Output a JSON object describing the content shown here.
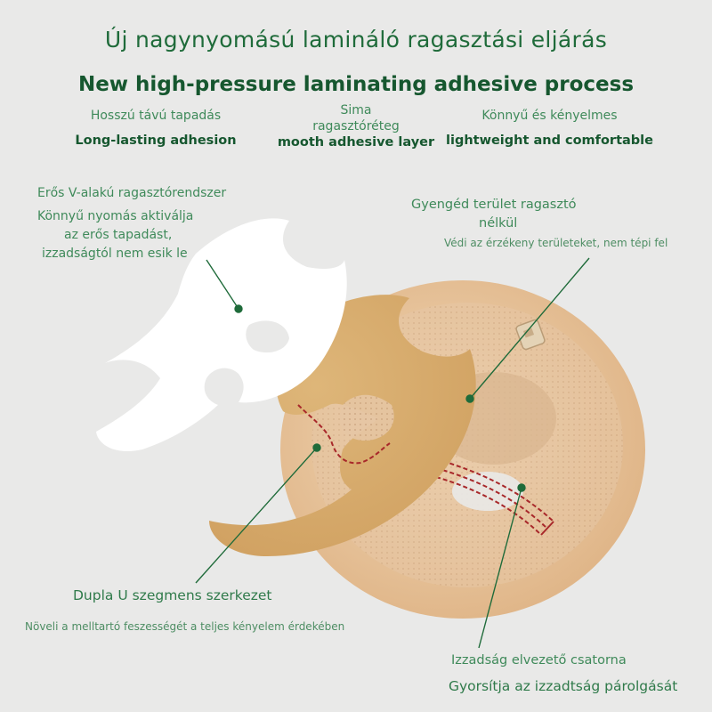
{
  "title_hu": "Új nagynyomású lamináló ragasztási eljárás",
  "title_en": "New high-pressure laminating adhesive process",
  "features": [
    {
      "hu": "Hosszú távú tapadás",
      "en": "Long-lasting adhesion"
    },
    {
      "hu_line1": "Sima",
      "hu_line2": "ragasztóréteg",
      "en": "mooth adhesive layer"
    },
    {
      "hu": "Könnyű és kényelmes",
      "en": "lightweight and comfortable"
    }
  ],
  "callouts": {
    "v_system": {
      "title": "Erős V-alakú ragasztórendszer",
      "line1": "Könnyű nyomás aktiválja",
      "line2": "az erős tapadást,",
      "line3": "izzadságtól nem esik le"
    },
    "gentle": {
      "title_line1": "Gyengéd terület ragasztó",
      "title_line2": "nélkül",
      "desc": "Védi az érzékeny területeket, nem tépi fel"
    },
    "double_u": {
      "title": "Dupla U szegmens szerkezet",
      "desc": "Növeli a melltartó feszességét a teljes kényelem érdekében"
    },
    "sweat": {
      "title": "Izzadság elvezető csatorna",
      "desc": "Gyorsítja az izzadtság párolgását"
    }
  },
  "colors": {
    "background": "#e9e9e8",
    "accent_green": "#1f6b3a",
    "adhesive_tan": "#d8ad6f",
    "cup_beige": "#e8c49a",
    "dash_red": "#a8282a"
  }
}
